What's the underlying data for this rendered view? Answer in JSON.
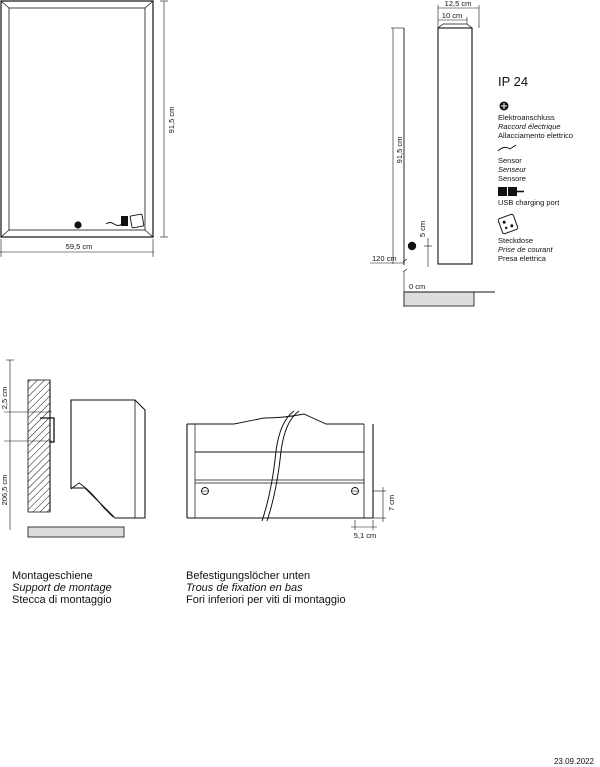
{
  "front_view": {
    "width_label": "59,5 cm",
    "height_label": "91,5 cm"
  },
  "side_view": {
    "outer_depth": "12,5 cm",
    "inner_depth": "10 cm",
    "height_label": "91,5 cm",
    "socket_offset": "5 cm",
    "floor_height": "120 cm",
    "base_label": "0 cm"
  },
  "legend": {
    "ip_rating": "IP 24",
    "items": [
      {
        "icon": "connection-icon",
        "de": "Elektroanschluss",
        "fr": "Raccord électrique",
        "it": "Allacciamento elettrico"
      },
      {
        "icon": "sensor-icon",
        "de": "Sensor",
        "fr": "Senseur",
        "it": "Sensore"
      },
      {
        "icon": "usb-icon",
        "de": "USB charging port",
        "fr": "",
        "it": ""
      },
      {
        "icon": "socket-icon",
        "de": "Steckdose",
        "fr": "Prise de courant",
        "it": "Presa elettrica"
      }
    ]
  },
  "mounting": {
    "top_gap": "2,5 cm",
    "height_label": "206,5 cm",
    "caption": {
      "de": "Montageschiene",
      "fr": "Support de montage",
      "it": "Stecca di montaggio"
    }
  },
  "holes": {
    "vertical_label": "7 cm",
    "horizontal_label": "5,1 cm",
    "caption": {
      "de": "Befestigungslöcher unten",
      "fr": "Trous de fixation en bas",
      "it": "Fori inferiori per viti di montaggio"
    }
  },
  "date": "23.09.2022"
}
